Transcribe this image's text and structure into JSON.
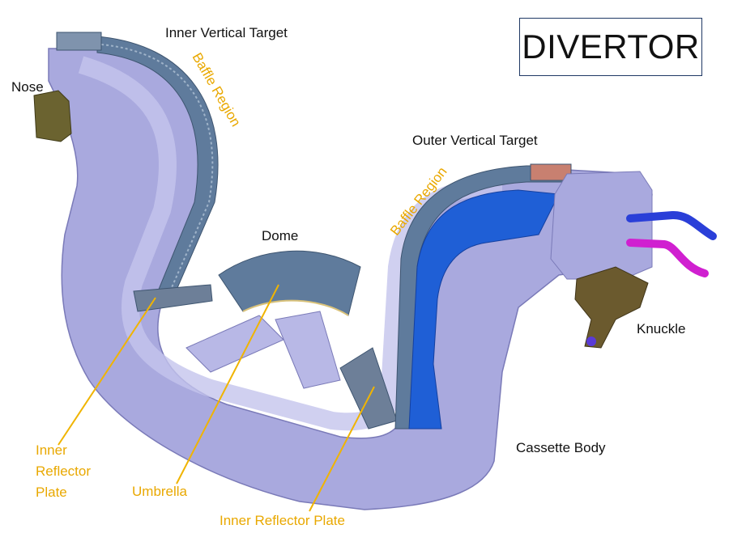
{
  "title": "DIVERTOR",
  "labels": {
    "inner_vertical_target": "Inner Vertical Target",
    "baffle_region_left": "Baffle Region",
    "nose": "Nose",
    "outer_vertical_target": "Outer Vertical Target",
    "baffle_region_right": "Baffle Region",
    "dome": "Dome",
    "knuckle": "Knuckle",
    "cassette_body": "Cassette Body",
    "inner_reflector_plate_left": "Inner\nReflector\nPlate",
    "umbrella": "Umbrella",
    "inner_reflector_plate_bottom": "Inner Reflector Plate"
  },
  "colors": {
    "cassette_body": "#a9a9de",
    "cassette_edge": "#7a7ab8",
    "target_tiles": "#5f7b9c",
    "outer_target_face": "#1f5fd6",
    "annotation": "#e9a800",
    "pipe_blue": "#2a3fd8",
    "pipe_magenta": "#d020d0",
    "knuckle": "#6b5a2e",
    "nose": "#6b6330"
  }
}
